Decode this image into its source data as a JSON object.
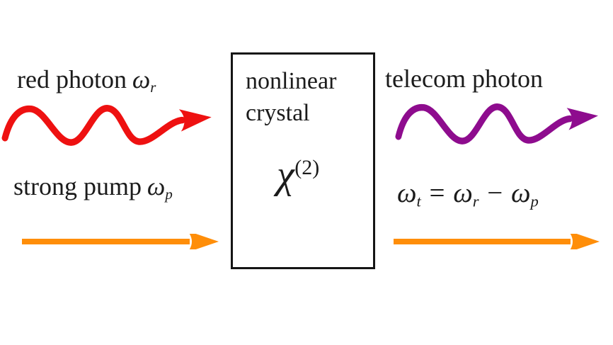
{
  "colors": {
    "red": "#ee1111",
    "orange": "#ff8e09",
    "purple": "#8e0c8e",
    "ink": "#1b1b1b"
  },
  "inputs": {
    "red_photon": {
      "label": "red photon",
      "symbol": "ω",
      "subscript": "r"
    },
    "pump": {
      "label": "strong pump",
      "symbol": "ω",
      "subscript": "p"
    }
  },
  "crystal": {
    "name_line1": "nonlinear",
    "name_line2": "crystal",
    "symbol": "χ",
    "superscript": "(2)"
  },
  "outputs": {
    "telecom_photon": {
      "label": "telecom photon"
    },
    "equation": {
      "lhs": "ω",
      "lhs_sub": "t",
      "equals": "=",
      "rhs1": "ω",
      "rhs1_sub": "r",
      "operator": "−",
      "rhs2": "ω",
      "rhs2_sub": "p"
    }
  }
}
